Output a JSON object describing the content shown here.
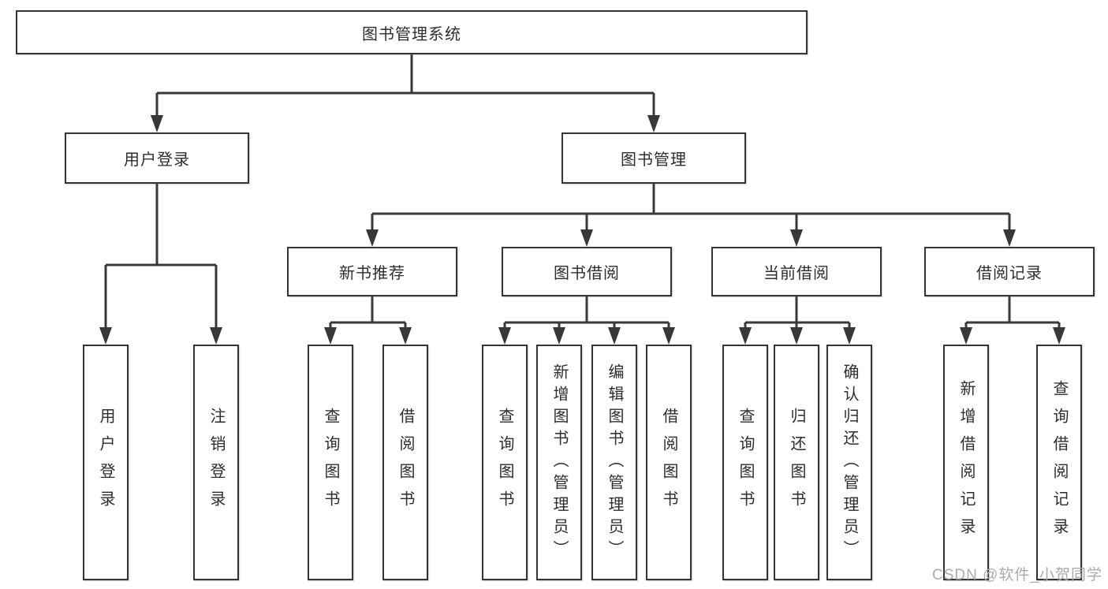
{
  "diagram": {
    "type": "hierarchy-tree",
    "root": {
      "label": "图书管理系统"
    },
    "level2": [
      {
        "label": "用户登录"
      },
      {
        "label": "图书管理"
      }
    ],
    "level3": [
      {
        "label": "新书推荐",
        "parent": "图书管理"
      },
      {
        "label": "图书借阅",
        "parent": "图书管理"
      },
      {
        "label": "当前借阅",
        "parent": "图书管理"
      },
      {
        "label": "借阅记录",
        "parent": "图书管理"
      }
    ],
    "leaves": [
      {
        "label": "用户登录",
        "parent": "用户登录"
      },
      {
        "label": "注销登录",
        "parent": "用户登录"
      },
      {
        "label": "查询图书",
        "parent": "新书推荐"
      },
      {
        "label": "借阅图书",
        "parent": "新书推荐"
      },
      {
        "label": "查询图书",
        "parent": "图书借阅"
      },
      {
        "label": "新增图书（管理员）",
        "parent": "图书借阅"
      },
      {
        "label": "编辑图书（管理员）",
        "parent": "图书借阅"
      },
      {
        "label": "借阅图书",
        "parent": "图书借阅"
      },
      {
        "label": "查询图书",
        "parent": "当前借阅"
      },
      {
        "label": "归还图书",
        "parent": "当前借阅"
      },
      {
        "label": "确认归还（管理员）",
        "parent": "当前借阅"
      },
      {
        "label": "新增借阅记录",
        "parent": "借阅记录"
      },
      {
        "label": "查询借阅记录",
        "parent": "借阅记录"
      }
    ],
    "colors": {
      "line": "#383838",
      "border": "#343434",
      "text": "#2d2d2d",
      "background": "#ffffff",
      "watermark": "#ababab"
    }
  },
  "watermark": {
    "text": "CSDN @软件_小贺同学"
  }
}
